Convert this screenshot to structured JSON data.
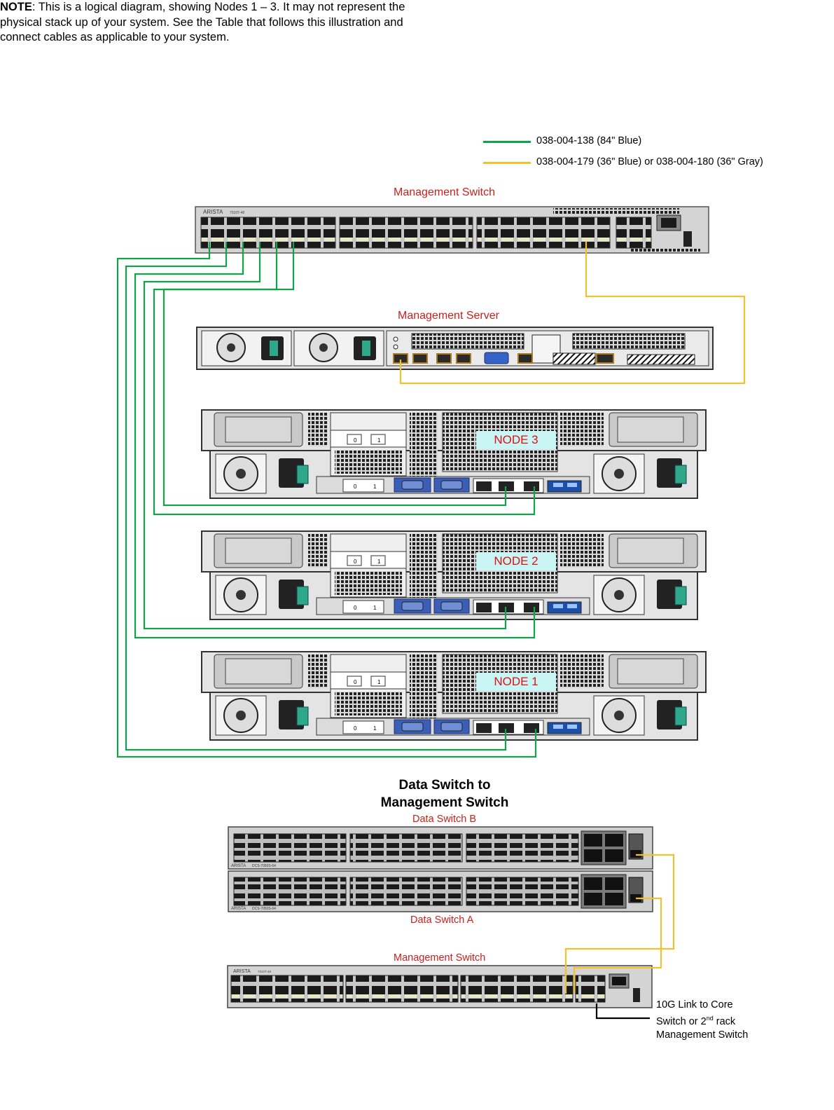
{
  "note": {
    "prefix": "NOTE",
    "text": ":  This is a logical diagram, showing Nodes 1 – 3. It may not represent the physical stack up of your system. See the Table that follows this illustration and connect cables as applicable to your system."
  },
  "legend": [
    {
      "text": "038-004-138 (84\" Blue)",
      "color": "#12a24a"
    },
    {
      "text": "038-004-179 (36\" Blue) or 038-004-180 (36\" Gray)",
      "color": "#f2c12e"
    }
  ],
  "devices": {
    "management_switch_top": "Management Switch",
    "management_server": "Management Server",
    "node3": "NODE 3",
    "node2": "NODE 2",
    "node1": "NODE 1",
    "data_switch_b": "Data Switch B",
    "data_switch_a": "Data Switch A",
    "management_switch_bottom": "Management Switch",
    "arista_brand": "ARISTA",
    "arista_model_small": "7010T-48",
    "data_switch_model": "DCS-7050S-64"
  },
  "section_title": {
    "line1": "Data Switch to",
    "line2": "Management Switch"
  },
  "core_link": {
    "line1": "10G Link to Core",
    "line2_a": "Switch or 2",
    "line2_sup": "nd",
    "line2_b": " rack",
    "line3": "Management Switch"
  },
  "colors": {
    "green_cable": "#12a24a",
    "yellow_cable": "#f2c12e",
    "device_red": "#c8201c",
    "node_label_bg": "#c9f5f5"
  }
}
